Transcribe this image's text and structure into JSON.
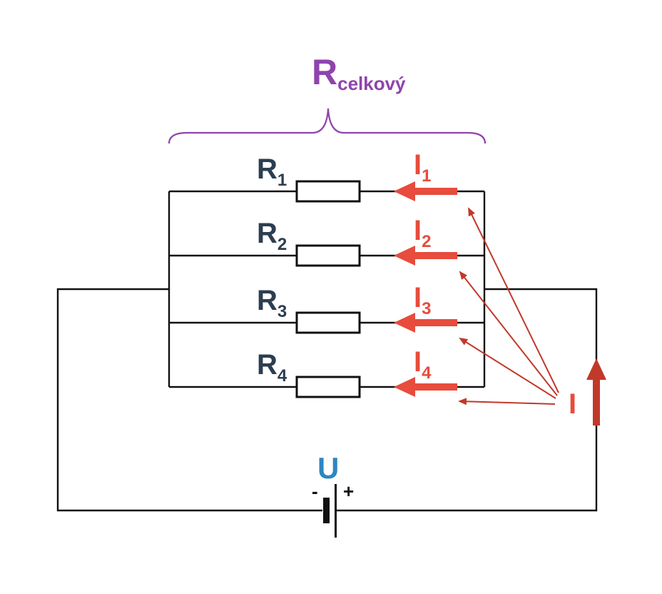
{
  "total": {
    "main": "R",
    "sub": "celkový"
  },
  "resistors": [
    {
      "main": "R",
      "sub": "1"
    },
    {
      "main": "R",
      "sub": "2"
    },
    {
      "main": "R",
      "sub": "3"
    },
    {
      "main": "R",
      "sub": "4"
    }
  ],
  "currents": [
    {
      "main": "I",
      "sub": "1"
    },
    {
      "main": "I",
      "sub": "2"
    },
    {
      "main": "I",
      "sub": "3"
    },
    {
      "main": "I",
      "sub": "4"
    }
  ],
  "total_current": "I",
  "voltage": "U",
  "battery": {
    "minus": "-",
    "plus": "+"
  },
  "colors": {
    "wire": "#111111",
    "resistor_label": "#2c3e50",
    "current": "#e74c3c",
    "current_dark": "#c0392b",
    "voltage": "#2e86c1",
    "total": "#8e44ad"
  }
}
